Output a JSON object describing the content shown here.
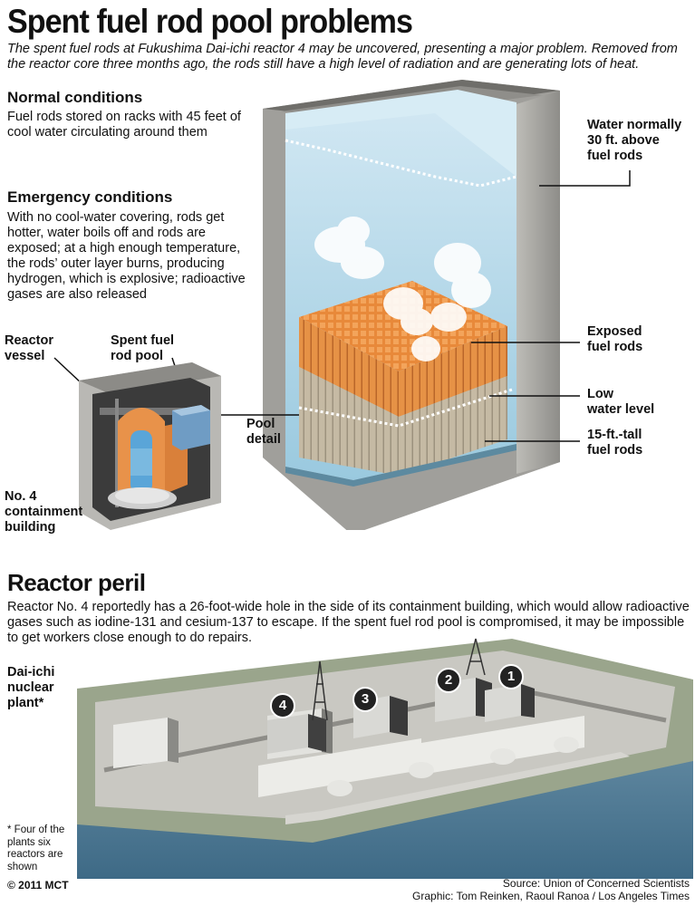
{
  "title": "Spent fuel rod pool problems",
  "intro": "The spent fuel rods at Fukushima Dai-ichi reactor 4 may be uncovered, presenting a major problem. Removed from the reactor core three months ago, the rods still have a high level of radiation and are generating lots of heat.",
  "normal": {
    "heading": "Normal conditions",
    "text": "Fuel rods stored on racks with 45 feet of cool water circulating around them"
  },
  "emergency": {
    "heading": "Emergency conditions",
    "text": "With no cool-water covering, rods get hotter, water boils off and rods are exposed; at a high enough temperature, the rods’ outer layer burns, producing hydrogen, which is explosive; radioactive gases are also released"
  },
  "building_labels": {
    "reactor_vessel_1": "Reactor",
    "reactor_vessel_2": "vessel",
    "spent_pool_1": "Spent fuel",
    "spent_pool_2": "rod pool",
    "pool_detail_1": "Pool",
    "pool_detail_2": "detail",
    "containment_1": "No. 4",
    "containment_2": "containment",
    "containment_3": "building"
  },
  "pool_labels": {
    "water_normal_1": "Water normally",
    "water_normal_2": "30 ft. above",
    "water_normal_3": "fuel rods",
    "exposed_1": "Exposed",
    "exposed_2": "fuel rods",
    "low_water_1": "Low",
    "low_water_2": "water level",
    "tall_rods_1": "15-ft.-tall",
    "tall_rods_2": "fuel rods"
  },
  "peril": {
    "heading": "Reactor peril",
    "text": "Reactor No. 4 reportedly has a 26-foot-wide hole in the side of its containment building, which would allow radioactive gases such as iodine-131 and cesium-137 to escape. If the spent fuel rod pool is compromised, it may be impossible to get workers close enough to do repairs."
  },
  "plant": {
    "label_1": "Dai-ichi",
    "label_2": "nuclear",
    "label_3": "plant*",
    "reactor_numbers": [
      "4",
      "3",
      "2",
      "1"
    ],
    "footnote": "* Four of the plants six reactors are shown"
  },
  "credits": {
    "copyright": "© 2011 MCT",
    "source": "Source: Union of Concerned Scientists",
    "graphic": "Graphic: Tom Reinken, Raoul Ranoa / Los Angeles Times"
  },
  "colors": {
    "rod_orange": "#e8893a",
    "water_blue": "#8fc3db",
    "concrete": "#9a9a98"
  }
}
